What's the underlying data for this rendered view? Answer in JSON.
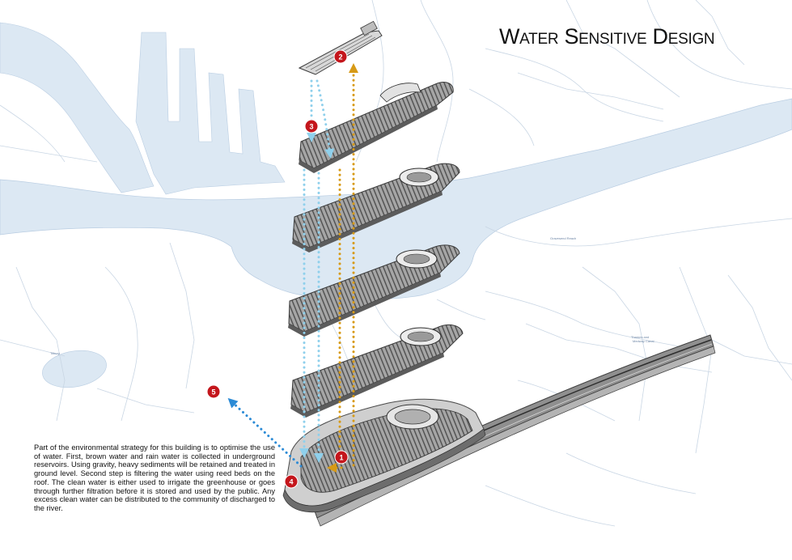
{
  "title": "Water Sensitive Design",
  "description": "Part of the environmental strategy for this building is to optimise the use of water. First, brown water and rain water is collected in underground reservoirs. Using gravity, heavy sediments will be retained and treated in ground level. Second step is filtering the water using reed beds on the roof. The clean water is either used to irrigate the greenhouse or goes through further filtration before it is stored and used by the public. Any excess clean water can be distributed to the community of discharged to the river.",
  "steps": [
    {
      "label": "1"
    },
    {
      "label": "2"
    },
    {
      "label": "3"
    },
    {
      "label": "4"
    },
    {
      "label": "5"
    }
  ],
  "colors": {
    "water": "#dce8f3",
    "water_edge": "#b9cde2",
    "map_lines": "#c9d6e4",
    "building": "#8a8a8a",
    "building_dark": "#4f4f4f",
    "building_light": "#c4c4c4",
    "clean_water_arrow": "#8fd0ec",
    "brown_water_arrow": "#d79a16",
    "distribution_arrow": "#2c8bd6",
    "badge": "#c4161c",
    "title": "#111111"
  },
  "icons": {
    "step_badge": "numbered-circle-icon",
    "flow_arrow": "arrowhead-icon"
  }
}
